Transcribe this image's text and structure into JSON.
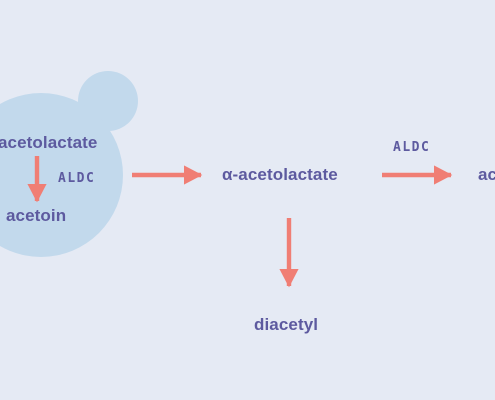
{
  "colors": {
    "background": "#e5eaf4",
    "cell": "#c2d9ec",
    "arrow": "#f07e74",
    "text": "#5d5a9f"
  },
  "labels": {
    "inside_alpha_acetolactate": "acetolactate",
    "inside_enzyme": "ALDC",
    "inside_acetoin": "acetoin",
    "outside_alpha_acetolactate": "α-acetolactate",
    "outside_enzyme": "ALDC",
    "outside_product_truncated": "ac",
    "diacetyl": "diacetyl"
  }
}
